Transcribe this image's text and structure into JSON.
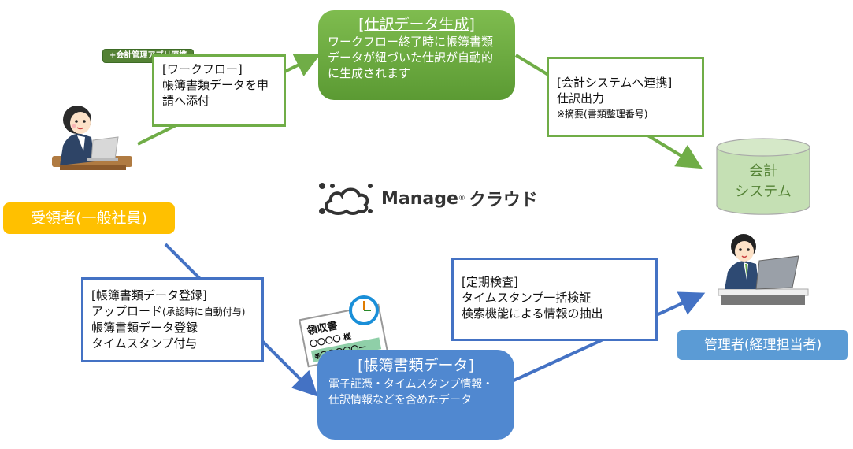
{
  "colors": {
    "green": "#70ad47",
    "blue": "#4472c4",
    "yellow": "#ffc000",
    "role_blue": "#5b9bd5"
  },
  "logo": {
    "brand": "Manage",
    "reg": "®",
    "suffix": "クラウド"
  },
  "employee": {
    "label": "受領者(一般社員)",
    "icon": "employee-at-laptop-illustration"
  },
  "manager": {
    "label": "管理者(経理担当者)",
    "icon": "manager-at-laptop-illustration"
  },
  "workflow": {
    "tag": "+会計管理アプリ連携",
    "lines": [
      "[ワークフロー]",
      "帳簿書類データを申",
      "請へ添付"
    ]
  },
  "journal_generation": {
    "title": "[仕訳データ生成]",
    "lines": [
      "ワークフロー終了時に帳簿書類",
      "データが紐づいた仕訳が自動的",
      "に生成されます"
    ]
  },
  "accounting_link": {
    "lines": [
      "[会計システムへ連携]",
      "仕訳出力"
    ],
    "note": "※摘要(書類整理番号)"
  },
  "accounting_system": {
    "lines": [
      "会計",
      "システム"
    ]
  },
  "registration": {
    "lines": [
      "[帳簿書類データ登録]",
      "帳簿書類データ登録",
      "タイムスタンプ付与"
    ],
    "upload_main": "アップロード",
    "upload_note": "(承認時に自動付与)"
  },
  "inspection": {
    "lines": [
      "[定期検査]",
      "タイムスタンプ一括検証",
      "検索機能による情報の抽出"
    ]
  },
  "ledger_data": {
    "title": "[帳簿書類データ]",
    "lines": [
      "電子証憑・タイムスタンプ情報・",
      "仕訳情報などを含めたデータ"
    ]
  },
  "receipt": {
    "title": "領収書",
    "name": "〇〇〇〇",
    "honorific": "様",
    "amount": "¥〇〇〇〇〇ー"
  }
}
